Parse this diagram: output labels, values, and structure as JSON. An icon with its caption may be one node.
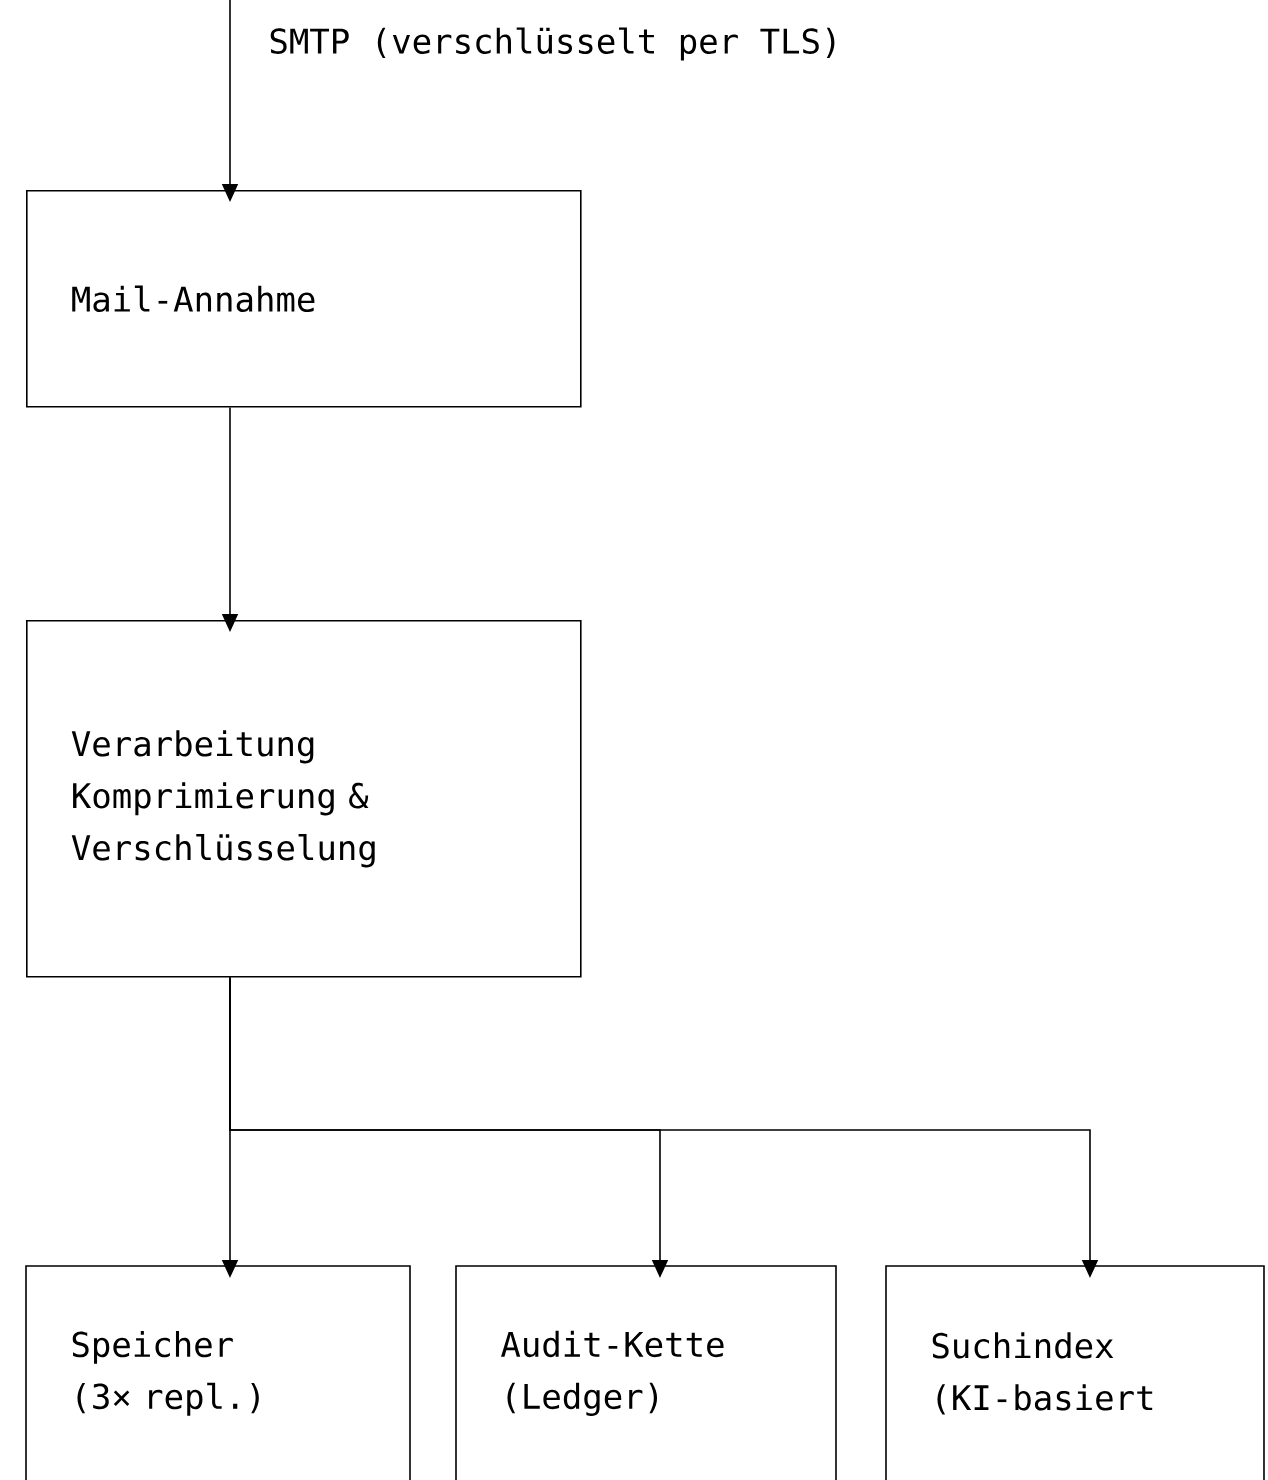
{
  "diagram": {
    "nodes": [
      {
        "text": [
          "Mail-Annahme"
        ]
      },
      {
        "text": [
          "Verarbeitung",
          "Komprimierung & Verschlüsselung"
        ]
      },
      {
        "text": [
          "Speicher",
          "(3× repl.)"
        ]
      },
      {
        "text": [
          "Audit-Kette",
          "(Ledger)"
        ]
      },
      {
        "text": [
          "Suchindex",
          "(KI-basiert"
        ]
      }
    ],
    "edges": [
      {
        "from": null,
        "to": 0,
        "arrow": "to",
        "label": "SMTP (verschlüsselt per TLS)"
      },
      {
        "from": 0,
        "to": 1,
        "arrow": "to"
      },
      {
        "from": 1,
        "to": 2,
        "arrow": "to"
      },
      {
        "from": 1,
        "to": 3,
        "arrow": "to"
      },
      {
        "from": 1,
        "to": 4,
        "arrow": "to"
      }
    ]
  }
}
